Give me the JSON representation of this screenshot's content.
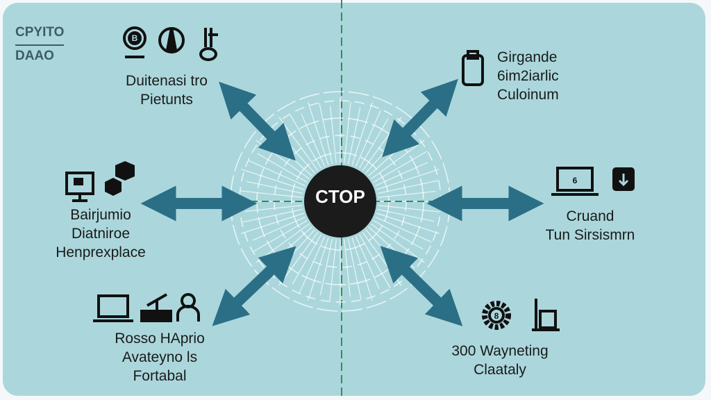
{
  "logo": {
    "line1": "CPYITO",
    "line2": "DAAO"
  },
  "center": {
    "label": "CTOP"
  },
  "nodes": {
    "top_left": [
      "Duitenasi tro",
      "Pietunts"
    ],
    "top_right": [
      "Girgande",
      "6im2iarlic",
      "Culoinum"
    ],
    "left": [
      "Bairjumio",
      "Diatniroe",
      "Henprexplace"
    ],
    "right": [
      "Cruand",
      "Tun Sirsismrn"
    ],
    "bottom_left": [
      "Rosso HAprio",
      "Avateyno ls",
      "Fortabal"
    ],
    "bottom_right": [
      "300 Wayneting",
      "Claataly"
    ]
  },
  "colors": {
    "background": "#abd7dc",
    "arrow": "#2b6f86",
    "center": "#1b1b1b",
    "divider": "#2f8f5a"
  }
}
